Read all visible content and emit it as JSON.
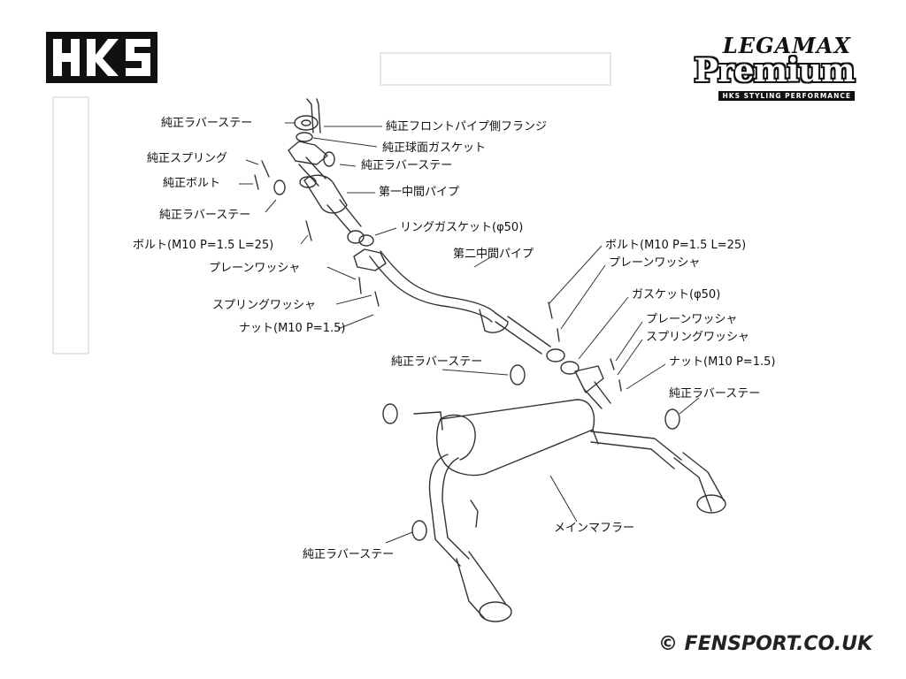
{
  "brand": {
    "logo": "HKS",
    "product_line1": "LEGAMAX",
    "product_line2": "Premium",
    "product_line3": "HKS STYLING PERFORMANCE"
  },
  "labels": {
    "rubber_stay_top": "純正ラバーステー",
    "front_pipe_flange": "純正フロントパイプ側フランジ",
    "spring": "純正スプリング",
    "ball_gasket": "純正球面ガスケット",
    "rubber_stay_mid": "純正ラバーステー",
    "bolt_oem": "純正ボルト",
    "first_mid_pipe": "第一中間パイプ",
    "rubber_stay_left": "純正ラバーステー",
    "ring_gasket": "リングガスケット(φ50)",
    "bolt_left": "ボルト(M10 P=1.5 L=25)",
    "second_mid_pipe": "第二中間パイプ",
    "plain_washer_left": "プレーンワッシャ",
    "spring_washer_left": "スプリングワッシャ",
    "nut_left": "ナット(M10 P=1.5)",
    "bolt_right": "ボルト(M10 P=1.5 L=25)",
    "plain_washer_right1": "プレーンワッシャ",
    "gasket_right": "ガスケット(φ50)",
    "plain_washer_right2": "プレーンワッシャ",
    "spring_washer_right": "スプリングワッシャ",
    "nut_right": "ナット(M10 P=1.5)",
    "rubber_stay_center": "純正ラバーステー",
    "rubber_stay_far_right": "純正ラバーステー",
    "main_muffler": "メインマフラー",
    "rubber_stay_bottom": "純正ラバーステー"
  },
  "footer": {
    "copyright": "© FENSPORT.CO.UK"
  }
}
